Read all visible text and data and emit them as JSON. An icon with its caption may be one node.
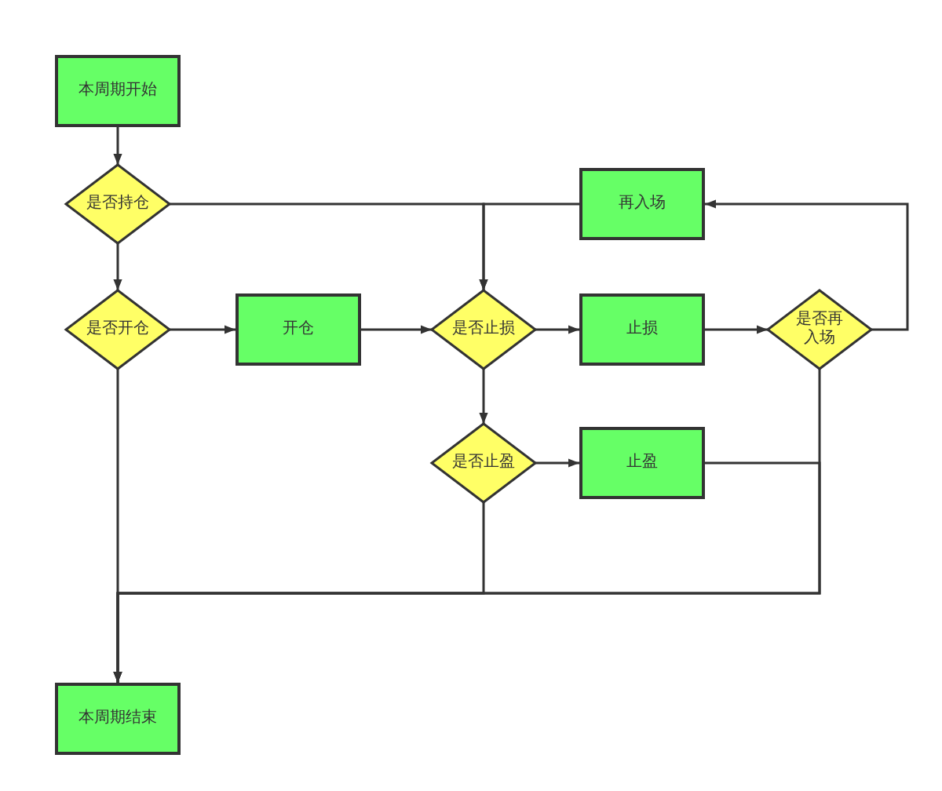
{
  "diagram": {
    "nodes": [
      {
        "text": [
          "本周期开始"
        ]
      },
      {
        "text": [
          "是否持仓"
        ]
      },
      {
        "text": [
          "再入场"
        ]
      },
      {
        "text": [
          "是否开仓"
        ]
      },
      {
        "text": [
          "开仓"
        ]
      },
      {
        "text": [
          "是否止损"
        ]
      },
      {
        "text": [
          "止损"
        ]
      },
      {
        "text": [
          "是否再入场"
        ]
      },
      {
        "text": [
          "是否止盈"
        ]
      },
      {
        "text": [
          "止盈"
        ]
      },
      {
        "text": [
          "本周期结束"
        ]
      }
    ],
    "edges": [
      {
        "from": 0,
        "to": 1,
        "arrow": "to"
      },
      {
        "from": 1,
        "to": 3,
        "arrow": "to"
      },
      {
        "from": 1,
        "to": 5,
        "arrow": "to"
      },
      {
        "from": 2,
        "to": 5,
        "arrow": "to"
      },
      {
        "from": 3,
        "to": 4,
        "arrow": "to"
      },
      {
        "from": 4,
        "to": 5,
        "arrow": "to"
      },
      {
        "from": 5,
        "to": 6,
        "arrow": "to"
      },
      {
        "from": 5,
        "to": 8,
        "arrow": "to"
      },
      {
        "from": 6,
        "to": 7,
        "arrow": "to"
      },
      {
        "from": 7,
        "to": 2,
        "arrow": "to"
      },
      {
        "from": 3,
        "to": 10,
        "arrow": "to"
      },
      {
        "from": 8,
        "to": 10,
        "arrow": "to"
      },
      {
        "from": 9,
        "to": 10,
        "arrow": "to"
      },
      {
        "from": 7,
        "to": 10,
        "arrow": "to"
      },
      {
        "from": 8,
        "to": 9,
        "arrow": "to"
      }
    ]
  }
}
